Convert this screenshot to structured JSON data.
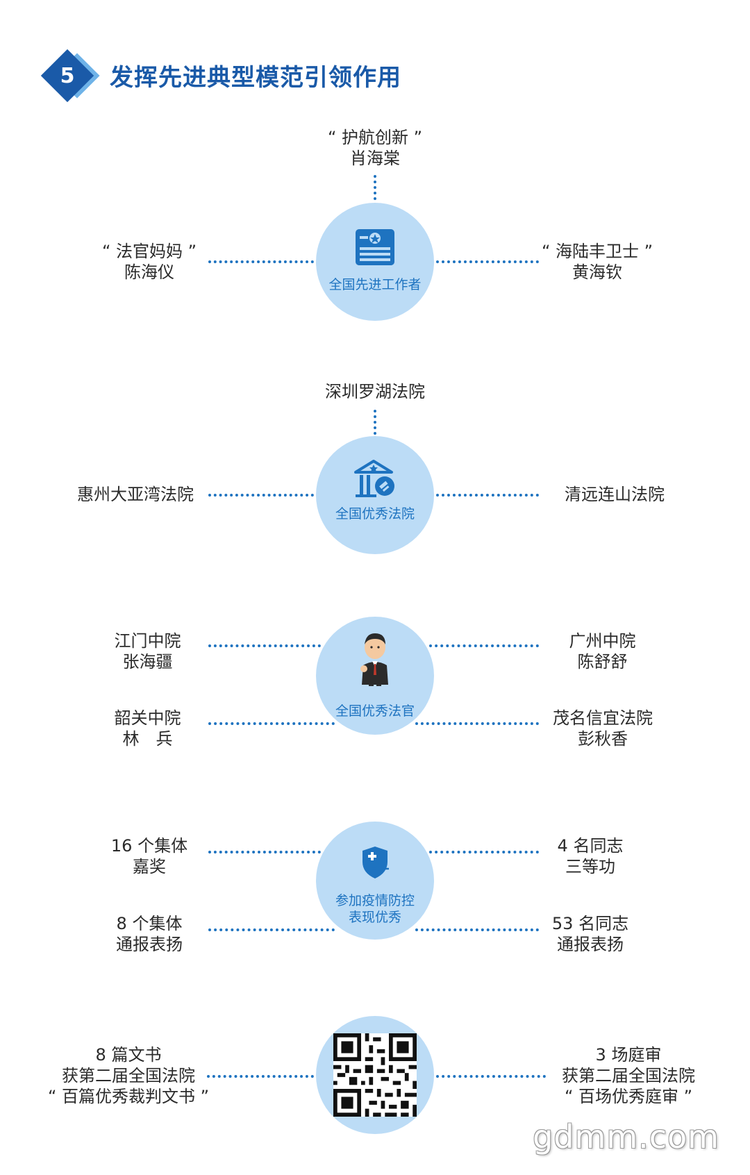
{
  "header": {
    "number": "5",
    "title": "发挥先进典型模范引领作用"
  },
  "section1": {
    "caption": "全国先进工作者",
    "icon": "certificate-icon",
    "top": {
      "line1": "“ 护航创新 ”",
      "line2": "肖海棠"
    },
    "left": {
      "line1": "“ 法官妈妈 ”",
      "line2": "陈海仪"
    },
    "right": {
      "line1": "“ 海陆丰卫士 ”",
      "line2": "黄海钦"
    }
  },
  "section2": {
    "caption": "全国优秀法院",
    "icon": "courthouse-gavel-icon",
    "top": "深圳罗湖法院",
    "left": "惠州大亚湾法院",
    "right": "清远连山法院"
  },
  "section3": {
    "caption": "全国优秀法官",
    "icon": "judge-avatar-icon",
    "left_top": {
      "line1": "江门中院",
      "line2": "张海疆"
    },
    "left_bottom": {
      "line1": "韶关中院",
      "line2": "林　兵"
    },
    "right_top": {
      "line1": "广州中院",
      "line2": "陈舒舒"
    },
    "right_bottom": {
      "line1": "茂名信宜法院",
      "line2": "彭秋香"
    }
  },
  "section4": {
    "caption_line1": "参加疫情防控",
    "caption_line2": "表现优秀",
    "icon": "medical-shield-icon",
    "left_top": {
      "line1": "16 个集体",
      "line2": "嘉奖"
    },
    "left_bottom": {
      "line1": "8 个集体",
      "line2": "通报表扬"
    },
    "right_top": {
      "line1": "4 名同志",
      "line2": "三等功"
    },
    "right_bottom": {
      "line1": "53 名同志",
      "line2": "通报表扬"
    }
  },
  "section5": {
    "icon": "qr-code-icon",
    "left": {
      "line1": "8 篇文书",
      "line2": "获第二届全国法院",
      "line3": "“ 百篇优秀裁判文书 ”"
    },
    "right": {
      "line1": "3 场庭审",
      "line2": "获第二届全国法院",
      "line3": "“ 百场优秀庭审 ”"
    }
  },
  "watermark": "gdmm.com",
  "colors": {
    "primary": "#1a5aa8",
    "accent": "#1e73c0",
    "circle": "#bcdcf6",
    "light": "#6fb3e8"
  }
}
